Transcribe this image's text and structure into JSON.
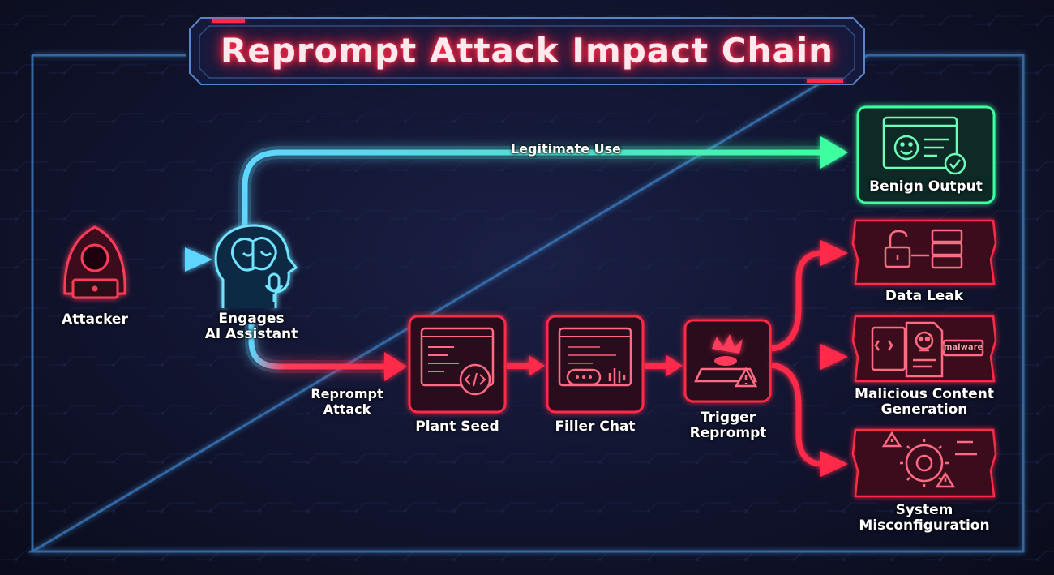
{
  "title": "Reprompt Attack Impact Chain",
  "flow": {
    "legitimate_use": "Legitimate Use",
    "reprompt_attack": [
      "Reprompt",
      "Attack"
    ]
  },
  "nodes": {
    "attacker": {
      "label": "Attacker",
      "icon": "hooded-hacker-icon"
    },
    "assistant": {
      "label": [
        "Engages",
        "AI Assistant"
      ],
      "icon": "brain-head-icon"
    },
    "plant_seed": {
      "label": "Plant Seed",
      "icon": "code-window-icon"
    },
    "filler_chat": {
      "label": "Filler Chat",
      "icon": "chat-window-icon"
    },
    "trigger_reprompt": {
      "label": [
        "Trigger",
        "Reprompt"
      ],
      "icon": "alarm-trigger-icon"
    }
  },
  "outcomes": {
    "benign": {
      "label": "Benign Output",
      "icon": "smiley-check-window-icon"
    },
    "data_leak": {
      "label": "Data Leak",
      "icon": "unlock-server-icon"
    },
    "malicious": {
      "label": [
        "Malicious Content",
        "Generation"
      ],
      "icon": "skull-document-icon",
      "tag": "malware"
    },
    "misconfig": {
      "label": [
        "System",
        "Misconfiguration"
      ],
      "icon": "gear-wrench-warning-icon"
    }
  },
  "colors": {
    "red": "#ff2b4a",
    "green": "#3dffa0",
    "cyan": "#5fd6ff",
    "background": "#11142e"
  }
}
